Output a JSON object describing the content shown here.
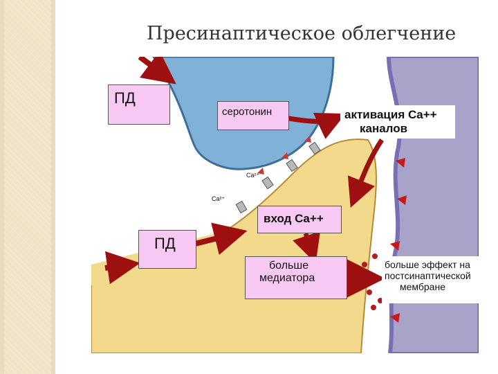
{
  "slide": {
    "title": "Пресинаптическое облегчение"
  },
  "labels": {
    "pd_top": "ПД",
    "pd_bottom": "ПД",
    "serotonin": "серотонин",
    "activation_line1": "активация Ca++",
    "activation_line2": "каналов",
    "entry": "вход Ca++",
    "more_mediator_line1": "больше",
    "more_mediator_line2": "медиатора",
    "effect_line1": "больше эффект на",
    "effect_line2": "постсинаптической",
    "effect_line3": "мембране",
    "ca_ion_1": "Ca²⁺",
    "ca_ion_2": "Ca²⁺"
  },
  "colors": {
    "blue_terminal": "#7fb2d6",
    "yellow_terminal": "#f2d98c",
    "postsynaptic": "#a8a3c9",
    "arrow": "#9e1010",
    "label_bg": "#f7c9f3"
  }
}
